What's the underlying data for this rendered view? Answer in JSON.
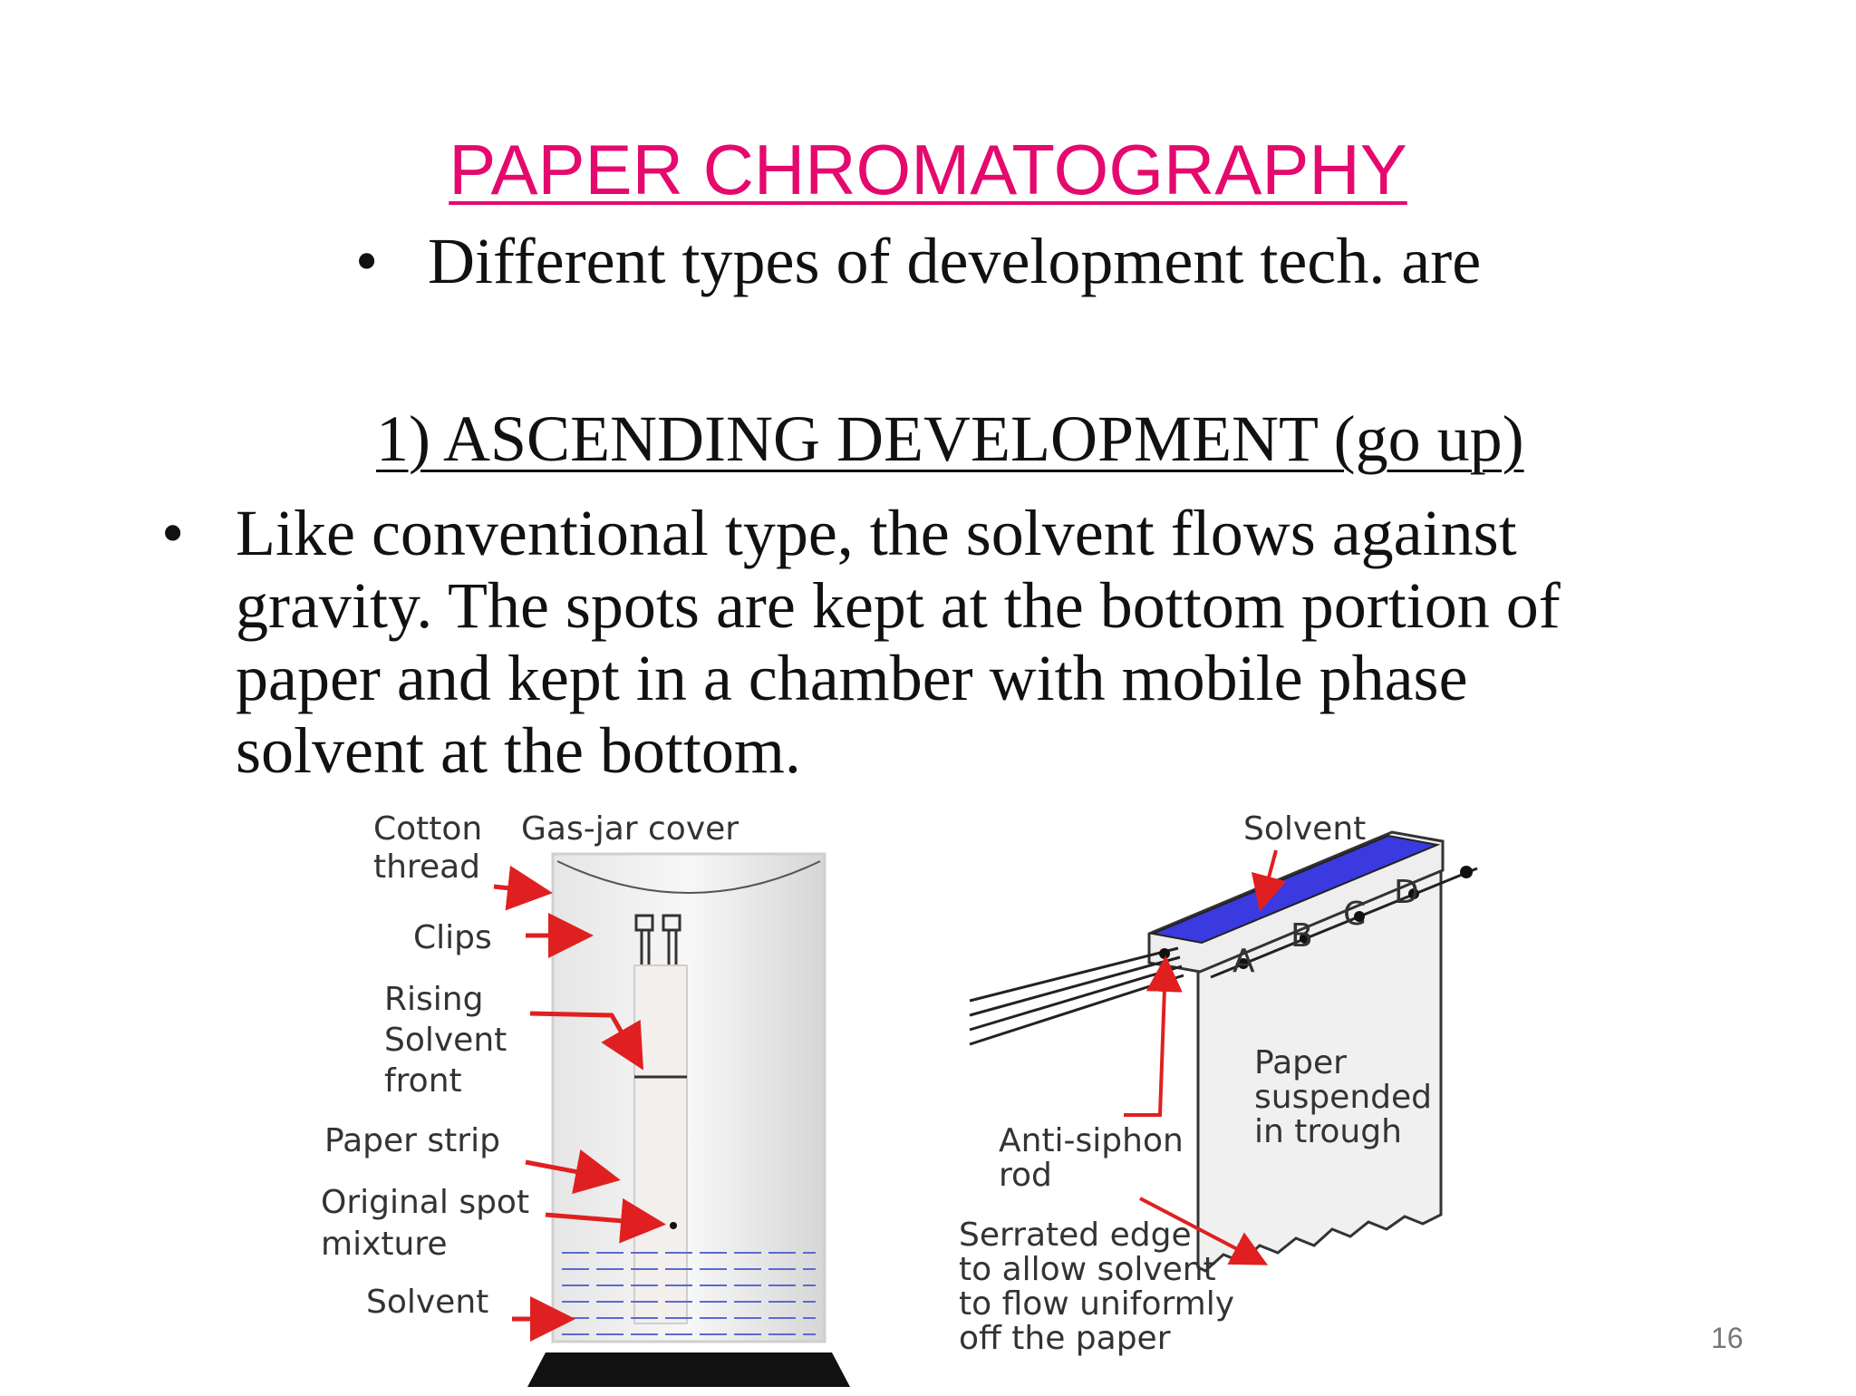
{
  "slide": {
    "title": "PAPER CHROMATOGRAPHY",
    "bullet_top": "Different types of development tech. are",
    "heading": "1) ASCENDING DEVELOPMENT (go up)",
    "paragraph_lines": [
      "Like conventional type, the solvent flows against",
      "gravity. The spots are kept at the bottom portion of",
      "paper and kept in a chamber with mobile phase",
      "solvent at the bottom."
    ],
    "bullet_symbol": "•",
    "slide_number": "16"
  },
  "figure_left": {
    "labels": {
      "cotton": "Cotton",
      "thread": "thread",
      "cover": "Gas-jar cover",
      "clips": "Clips",
      "rising": "Rising",
      "solvent_word": "Solvent",
      "front": "front",
      "paper_strip": "Paper strip",
      "original_spot": "Original spot",
      "mixture": "mixture",
      "solvent": "Solvent"
    }
  },
  "figure_right": {
    "labels": {
      "solvent": "Solvent",
      "a": "A",
      "b": "B",
      "c": "C",
      "d": "D",
      "paper": "Paper",
      "suspended": "suspended",
      "in_trough": "in trough",
      "anti_siphon": "Anti-siphon",
      "rod": "rod",
      "serrated_1": "Serrated edge",
      "serrated_2": "to allow solvent",
      "serrated_3": "to flow uniformly",
      "serrated_4": "off the paper"
    }
  },
  "colors": {
    "title": "#e5096e",
    "arrow": "#e02020",
    "trough": "#3a3ae0"
  }
}
